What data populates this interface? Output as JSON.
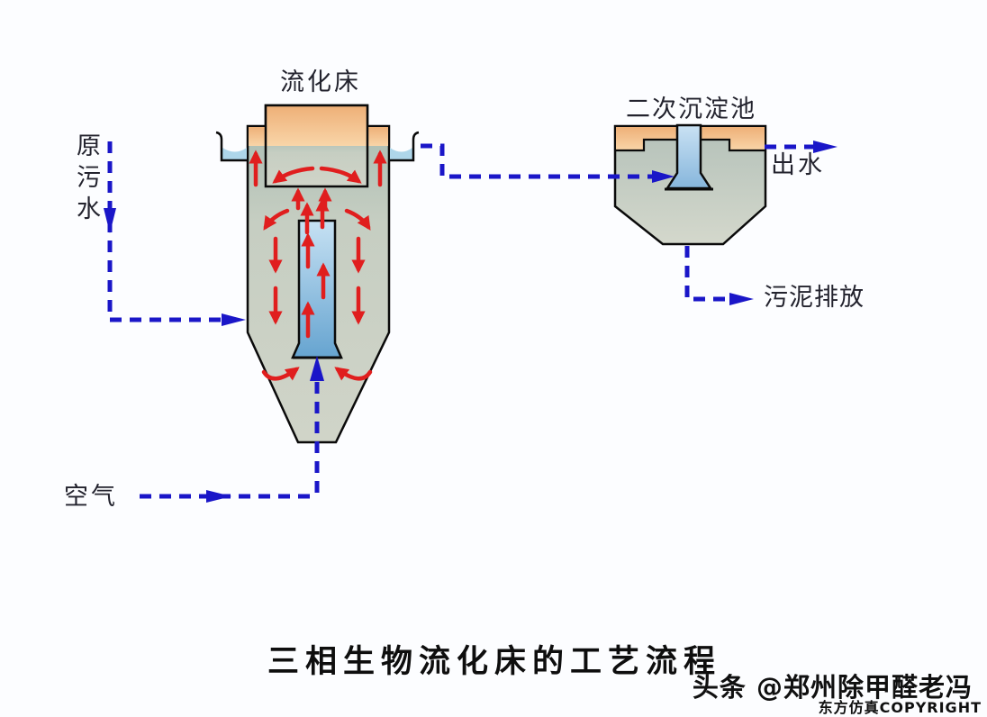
{
  "diagram": {
    "title": "三相生物流化床的工艺流程",
    "labels": {
      "fluidized_bed": "流化床",
      "secondary_clarifier": "二次沉淀池",
      "raw_sewage": "原污水",
      "air": "空气",
      "effluent": "出水",
      "sludge_discharge": "污泥排放"
    },
    "watermark": {
      "byline": "头条 @郑州除甲醛老冯",
      "copyright": "东方仿真COPYRIGHT"
    },
    "icons": {
      "flow_arrow": "solid blue triangle arrowhead",
      "circulation_arrow": "red circulation arrow"
    },
    "colors": {
      "flow_line_blue": "#1a16c8",
      "circulation_red": "#e01e1e",
      "vessel_gray_green": "#c3ccc1",
      "freeboard_orange": "#f6ca9c",
      "trough_water_blue": "#aed6ea",
      "draft_tube_blue": "#8fc0e2",
      "outline_black": "#0a0a0a",
      "background": "#fcfdff"
    }
  }
}
